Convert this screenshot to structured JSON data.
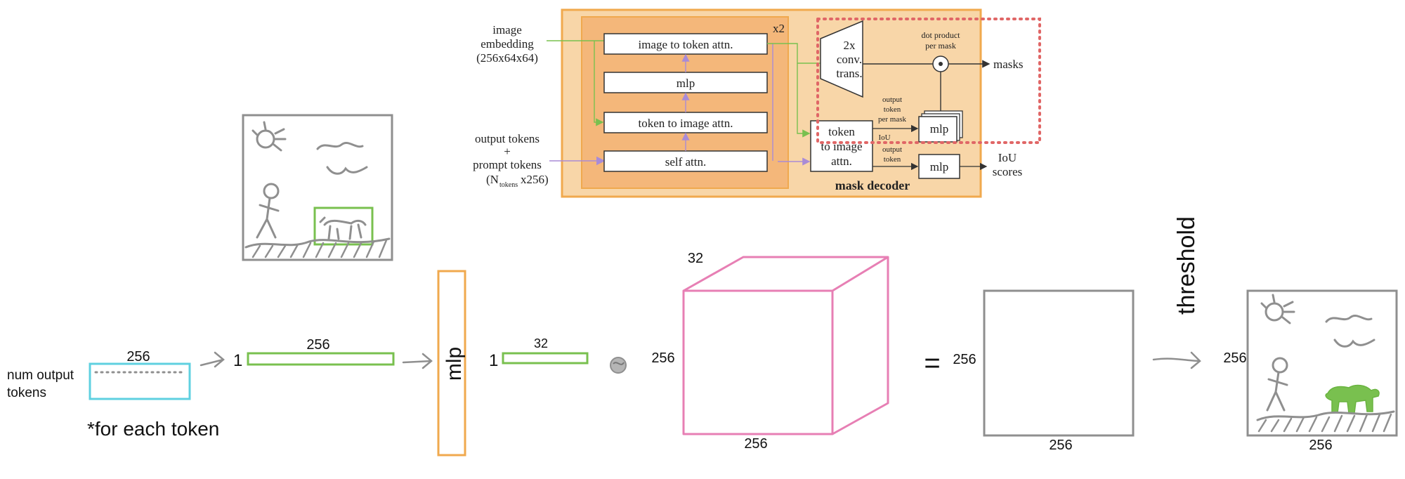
{
  "decoder": {
    "image_embedding": [
      "image",
      "embedding",
      "(256x64x64)"
    ],
    "output_tokens": [
      "output tokens",
      "+",
      "prompt tokens"
    ],
    "ntokens_prefix": "(N",
    "ntokens_sub": "tokens",
    "ntokens_suffix": "x256)",
    "repeat": "x2",
    "block_image_to_token": "image to token attn.",
    "block_mlp": "mlp",
    "block_token_to_image": "token to image attn.",
    "block_self_attn": "self attn.",
    "conv_trans": [
      "2x",
      "conv.",
      "trans."
    ],
    "dot_product": [
      "dot product",
      "per mask"
    ],
    "masks": "masks",
    "output_token_per_mask": [
      "output",
      "token",
      "per mask"
    ],
    "mlp_stack": "mlp",
    "token_to_image_attn": [
      "token",
      "to image",
      "attn."
    ],
    "iou_label": "IoU",
    "output_token_label": [
      "output",
      "token"
    ],
    "mlp_iou": "mlp",
    "iou_scores": [
      "IoU",
      "scores"
    ],
    "mask_decoder": "mask decoder"
  },
  "pipeline": {
    "num_output_tokens": [
      "num output",
      "tokens"
    ],
    "dim_256_top": "256",
    "for_each_token": "*for each token",
    "one_a": "1",
    "dim_256_b": "256",
    "mlp_label": "mlp",
    "one_b": "1",
    "dim_32": "32",
    "cube_depth": "32",
    "cube_height": "256",
    "cube_width": "256",
    "equals": "=",
    "mask_height": "256",
    "mask_width": "256",
    "threshold": "threshold",
    "final_height": "256",
    "final_width": "256"
  },
  "colors": {
    "orange": "#f0a94e",
    "cyan": "#5fd0e0",
    "green": "#79c04f",
    "pink": "#e77fb4",
    "gray": "#8f8f8f",
    "red_dotted": "#e06666"
  }
}
